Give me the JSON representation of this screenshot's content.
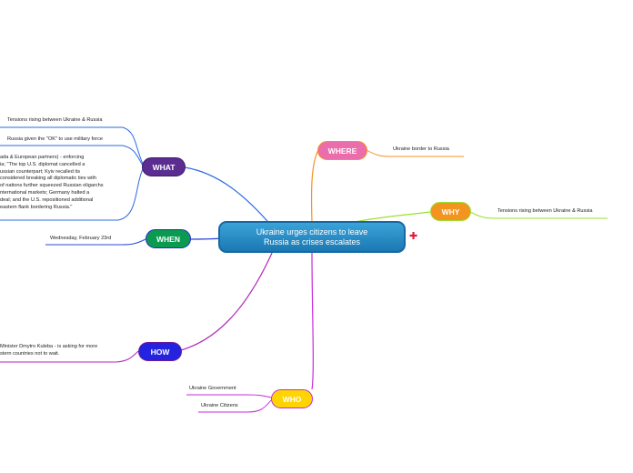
{
  "central": {
    "line1": "Ukraine urges citizens to leave",
    "line2": "Russia as crises escalates"
  },
  "branches": {
    "what": {
      "label": "WHAT",
      "color": "#5b2d91",
      "items": [
        "Tensions rising between Ukraine & Russia",
        "Russia given the \"OK\" to use military force"
      ],
      "long_text": [
        "ada & European partners) - enforcing",
        "ia; \"The top U.S. diplomat cancelled a",
        "ussian counterpart; Kyiv recalled its",
        "considered breaking all diplomatic ties with",
        "of nations further squeezed Russian oligarchs",
        "nternational markets; Germany halted a",
        "deal; and the U.S. repositioned additional",
        "eastern flank bordering Russia.\""
      ]
    },
    "when": {
      "label": "WHEN",
      "color": "#0a9a50",
      "items": [
        "Wednesday, February 23rd"
      ]
    },
    "how": {
      "label": "HOW",
      "color": "#2424e0",
      "long_text": [
        "Minister Dmytro Kuleba - is asking for more",
        "stern countries not to wait."
      ]
    },
    "who": {
      "label": "WHO",
      "color": "#ffd400",
      "items": [
        "Ukraine Government",
        "Ukraine Citizens"
      ]
    },
    "where": {
      "label": "WHERE",
      "color": "#ec6dac",
      "items": [
        "Ukraine border to Russia"
      ]
    },
    "why": {
      "label": "WHY",
      "color": "#f39320",
      "items": [
        "Tensions rising between Ukraine & Russia"
      ]
    }
  },
  "colors": {
    "what_line": "#2b6be0",
    "where_line": "#f39320",
    "why_line": "#9be02e",
    "who_line": "#c62bdc",
    "how_line": "#b02ab8",
    "when_line": "#2b4ad8"
  },
  "icons": {
    "expand": "plus-icon"
  }
}
